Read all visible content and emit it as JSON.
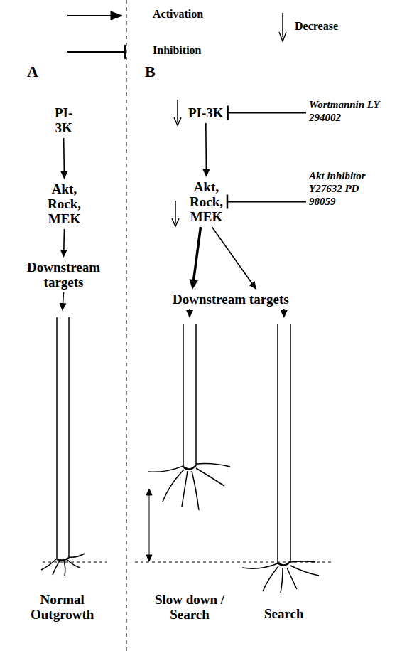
{
  "diagram": {
    "nodes": [
      {
        "text": [
          "PI-3K"
        ]
      },
      {
        "text": [
          "Akt, Rock, MEK"
        ]
      },
      {
        "text": [
          "Downstream targets"
        ]
      },
      {
        "text": [
          "Normal Outgrowth"
        ]
      },
      {
        "text": [
          "PI-3K"
        ]
      },
      {
        "text": [
          "Akt, Rock, MEK"
        ]
      },
      {
        "text": [
          "Downstream targets"
        ]
      },
      {
        "text": [
          "Slow down / Search"
        ]
      },
      {
        "text": [
          "Search"
        ]
      },
      {
        "text": [
          "Wortmannin LY 294002"
        ]
      },
      {
        "text": [
          "Akt inhibitor Y27632 PD 98059"
        ]
      }
    ],
    "edges": [
      {
        "from": 0,
        "to": 1,
        "arrow": "to"
      },
      {
        "from": 1,
        "to": 2,
        "arrow": "to"
      },
      {
        "from": 2,
        "to": 3,
        "arrow": "to"
      },
      {
        "from": 4,
        "to": 5,
        "arrow": "to"
      },
      {
        "from": 5,
        "to": 6,
        "arrow": "to"
      },
      {
        "from": 5,
        "to": 6,
        "arrow": "to"
      },
      {
        "from": 6,
        "to": 7,
        "arrow": "to"
      },
      {
        "from": 6,
        "to": 8,
        "arrow": "to"
      },
      {
        "from": 9,
        "to": 4,
        "arrow": "to"
      },
      {
        "from": 10,
        "to": 5,
        "arrow": "to"
      }
    ],
    "labels": [
      "A",
      "B"
    ],
    "legend": [
      {
        "text": "Activation"
      },
      {
        "text": "Inhibition"
      },
      {
        "text": "Decrease"
      }
    ]
  }
}
